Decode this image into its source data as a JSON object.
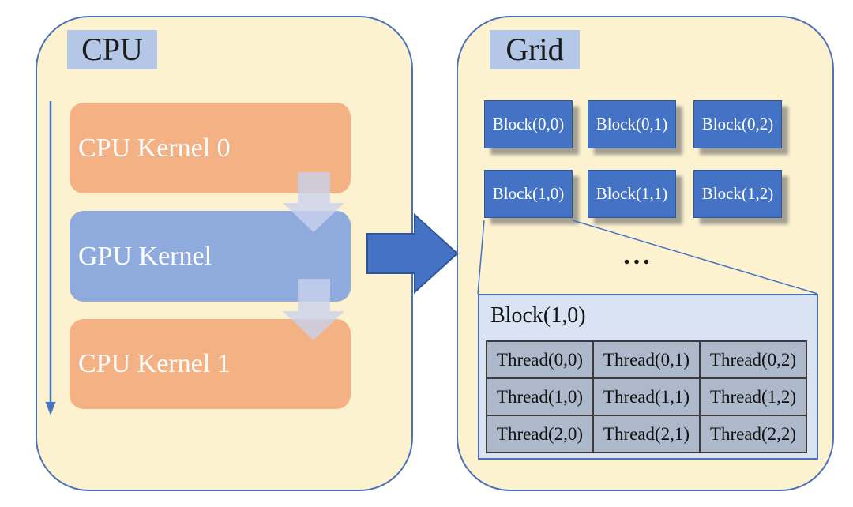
{
  "colors": {
    "panel_fill": "#FDF2D0",
    "panel_border": "#4D72B8",
    "header_tag_fill": "#B4C7E7",
    "cpu_kernel_fill": "#F4B183",
    "gpu_kernel_fill": "#8FAADC",
    "block_fill": "#4472C4",
    "flow_arrow_fill": "#C8D2EC",
    "big_arrow_fill": "#4472C4",
    "detail_fill": "#DAE3F3",
    "thread_cell_fill": "#ADB9CA"
  },
  "cpu_panel": {
    "label": "CPU",
    "kernels": [
      {
        "label": "CPU Kernel 0"
      },
      {
        "label": "GPU Kernel"
      },
      {
        "label": "CPU Kernel 1"
      }
    ]
  },
  "grid_panel": {
    "label": "Grid",
    "blocks": [
      [
        "Block(0,0)",
        "Block(0,1)",
        "Block(0,2)"
      ],
      [
        "Block(1,0)",
        "Block(1,1)",
        "Block(1,2)"
      ]
    ],
    "ellipsis": "...",
    "detail": {
      "title": "Block(1,0)",
      "threads": [
        [
          "Thread(0,0)",
          "Thread(0,1)",
          "Thread(0,2)"
        ],
        [
          "Thread(1,0)",
          "Thread(1,1)",
          "Thread(1,2)"
        ],
        [
          "Thread(2,0)",
          "Thread(2,1)",
          "Thread(2,2)"
        ]
      ]
    }
  }
}
